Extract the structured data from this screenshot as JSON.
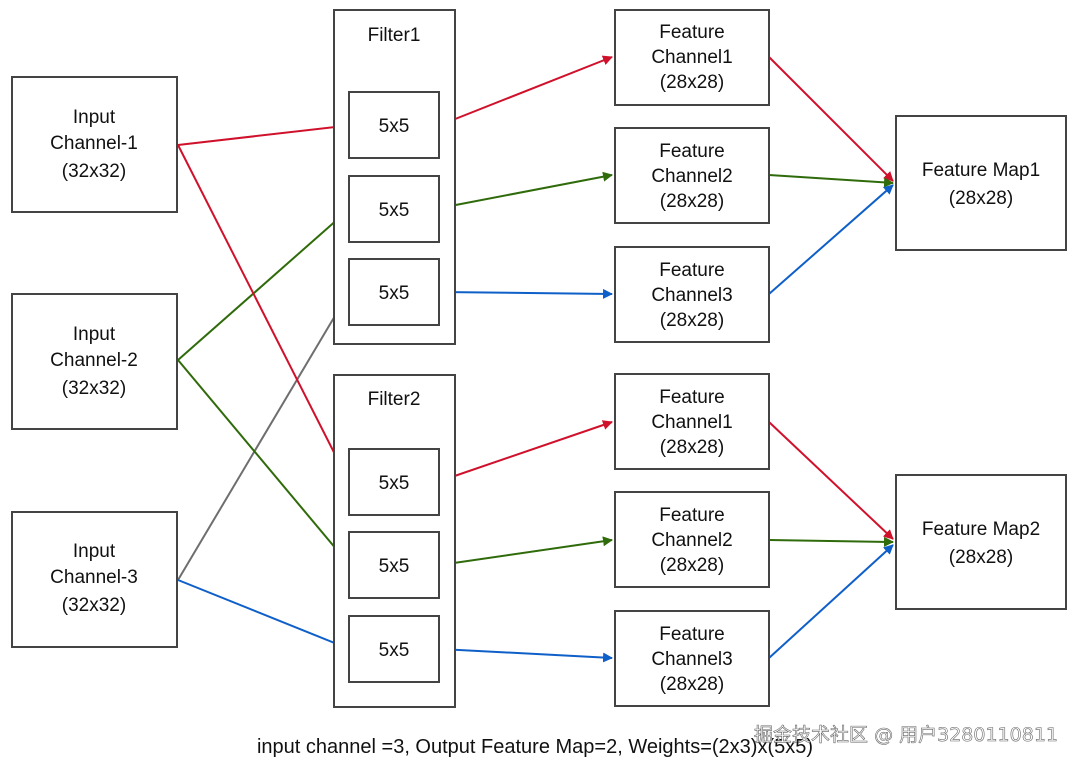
{
  "inputs": [
    {
      "line1": "Input",
      "line2": "Channel-1",
      "line3": "(32x32)"
    },
    {
      "line1": "Input",
      "line2": "Channel-2",
      "line3": "(32x32)"
    },
    {
      "line1": "Input",
      "line2": "Channel-3",
      "line3": "(32x32)"
    }
  ],
  "filters": [
    {
      "title": "Filter1",
      "kernels": [
        "5x5",
        "5x5",
        "5x5"
      ]
    },
    {
      "title": "Filter2",
      "kernels": [
        "5x5",
        "5x5",
        "5x5"
      ]
    }
  ],
  "channels": [
    {
      "line1": "Feature",
      "line2": "Channel1",
      "line3": "(28x28)"
    },
    {
      "line1": "Feature",
      "line2": "Channel2",
      "line3": "(28x28)"
    },
    {
      "line1": "Feature",
      "line2": "Channel3",
      "line3": "(28x28)"
    },
    {
      "line1": "Feature",
      "line2": "Channel1",
      "line3": "(28x28)"
    },
    {
      "line1": "Feature",
      "line2": "Channel2",
      "line3": "(28x28)"
    },
    {
      "line1": "Feature",
      "line2": "Channel3",
      "line3": "(28x28)"
    }
  ],
  "maps": [
    {
      "line1": "Feature Map1",
      "line2": "(28x28)"
    },
    {
      "line1": "Feature Map2",
      "line2": "(28x28)"
    }
  ],
  "caption": "input channel =3, Output Feature Map=2, Weights=(2x3)x(5x5)",
  "watermark": "掘金技术社区 @ 用户3280110811",
  "colors": {
    "channel1": "#d0112b",
    "channel2": "#2f6b0a",
    "channel3": "#0f5fc9",
    "cross": "#6e6e6e",
    "box_border": "#444444"
  }
}
